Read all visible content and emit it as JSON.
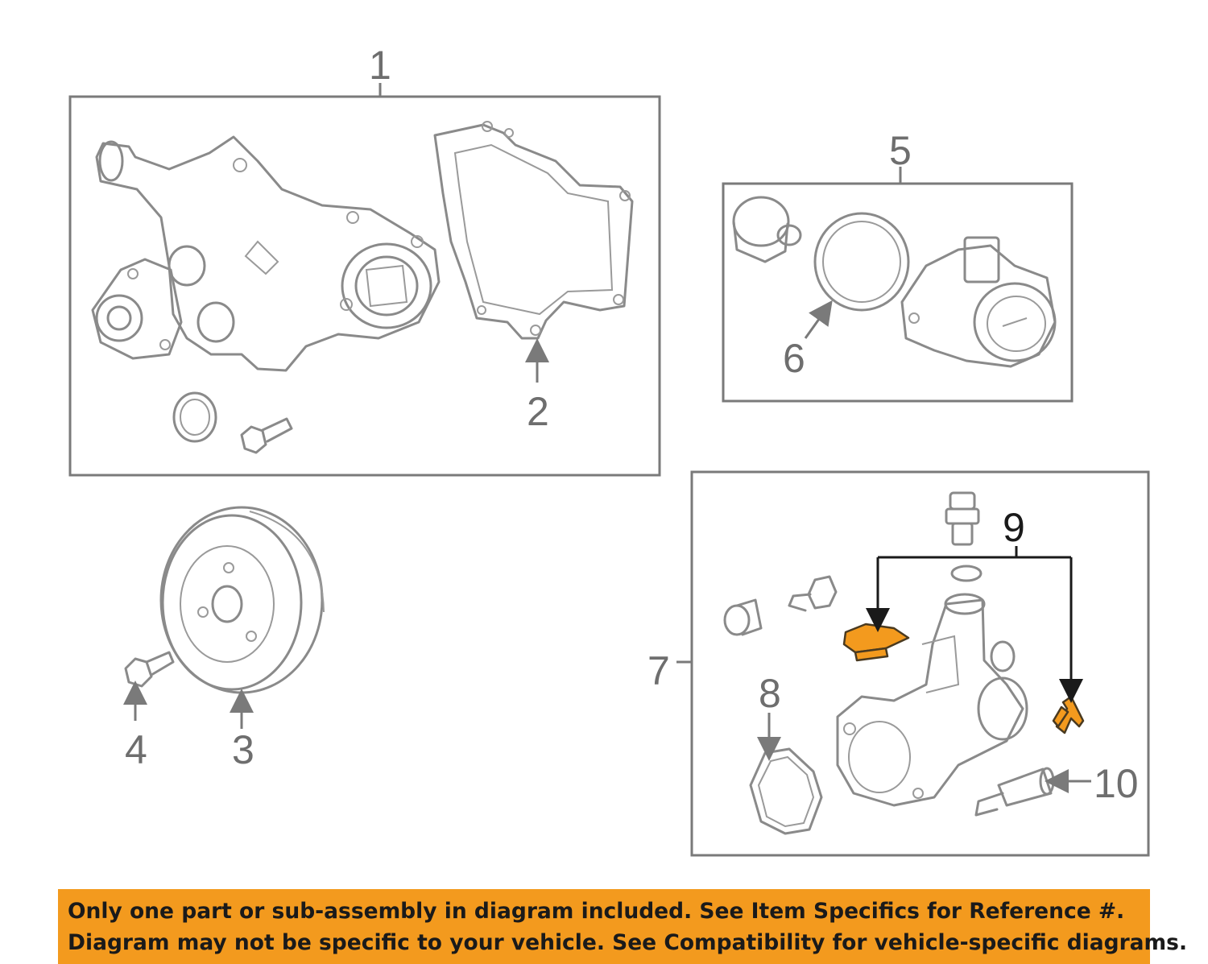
{
  "callouts": {
    "c1": "1",
    "c2": "2",
    "c3": "3",
    "c4": "4",
    "c5": "5",
    "c6": "6",
    "c7": "7",
    "c8": "8",
    "c9": "9",
    "c10": "10"
  },
  "colors": {
    "highlight": "#f39a1e",
    "banner": "#f39a1e",
    "line": "#8a8a8a"
  },
  "disclaimer": {
    "line1": "Only one part or sub-assembly in diagram included. See Item Specifics for Reference #.",
    "line2": "Diagram may not be specific to your vehicle. See Compatibility for vehicle-specific diagrams."
  }
}
